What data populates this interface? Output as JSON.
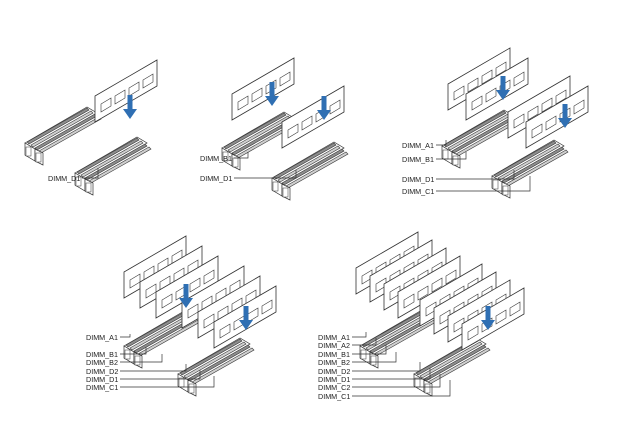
{
  "diagrams": [
    {
      "id": "one",
      "labels": [
        "DIMM_D1"
      ]
    },
    {
      "id": "two",
      "labels": [
        "DIMM_B1",
        "DIMM_D1"
      ]
    },
    {
      "id": "four",
      "labels": [
        "DIMM_A1",
        "DIMM_B1",
        "DIMM_D1",
        "DIMM_C1"
      ]
    },
    {
      "id": "six",
      "labels": [
        "DIMM_A1",
        "DIMM_B1",
        "DIMM_B2",
        "DIMM_D2",
        "DIMM_D1",
        "DIMM_C1"
      ]
    },
    {
      "id": "eight",
      "labels": [
        "DIMM_A1",
        "DIMM_A2",
        "DIMM_B1",
        "DIMM_B2",
        "DIMM_D2",
        "DIMM_D1",
        "DIMM_C2",
        "DIMM_C1"
      ]
    }
  ],
  "colors": {
    "arrow": "#2f6fb3",
    "slot_dark": "#8d8d8d",
    "slot_light": "#cfcfcf"
  }
}
